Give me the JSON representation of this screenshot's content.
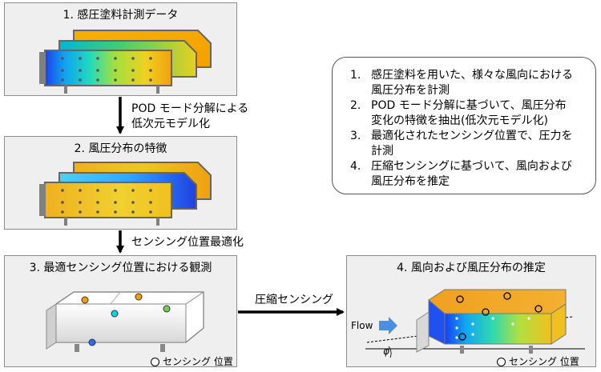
{
  "panels": {
    "p1_title": "1.  感圧塗料計測データ",
    "p2_title": "2. 風圧分布の特徴",
    "p3_title": "3. 最適センシング位置における観測",
    "p4_title": "4. 風向および風圧分布の推定"
  },
  "arrows": {
    "a1_line1": "POD モード分解による",
    "a1_line2": "低次元モデル化",
    "a2_label": "センシング位置最適化",
    "a3_label": "圧縮センシング"
  },
  "notes": [
    {
      "num": "1.",
      "line1": "感圧塗料を用いた、様々な風向における",
      "line2": "風圧分布を計測"
    },
    {
      "num": "2.",
      "line1": "POD モード分解に基づいて、風圧分布",
      "line2": "変化の特徴を抽出(低次元モデル化)"
    },
    {
      "num": "3.",
      "line1": "最適化されたセンシング位置で、圧力を",
      "line2": "計測"
    },
    {
      "num": "4.",
      "line1": "圧縮センシングに基づいて、風向および",
      "line2": "風圧分布を推定"
    }
  ],
  "legend": {
    "p3": "センシング 位置",
    "p4": "センシング 位置"
  },
  "flow_label": "Flow",
  "phi_label": "φ",
  "colors": {
    "panel_bg": "#efefef",
    "panel_border": "#8c8c8c",
    "flow_arrow": "#4a8fe0",
    "sensor_orange": "#ff9a00",
    "sensor_cyan": "#00d8e0",
    "sensor_green": "#70d050",
    "sensor_blue": "#2a68ff"
  }
}
